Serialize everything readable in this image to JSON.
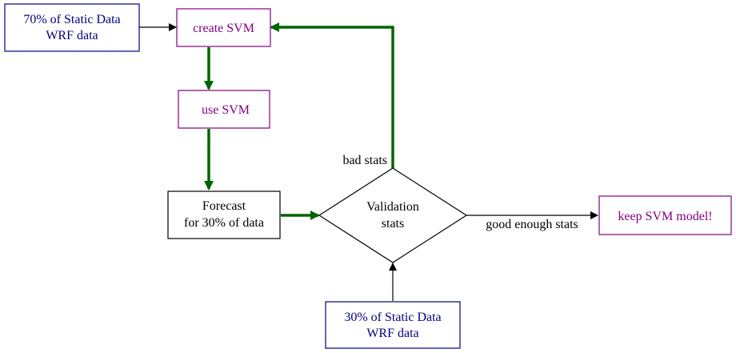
{
  "nodes": {
    "train_data": {
      "lines": [
        "70% of Static Data",
        "WRF data"
      ]
    },
    "create_svm": {
      "label": "create SVM"
    },
    "use_svm": {
      "label": "use SVM"
    },
    "forecast": {
      "lines": [
        "Forecast",
        "for 30% of data"
      ]
    },
    "validation": {
      "lines": [
        "Validation",
        "stats"
      ]
    },
    "test_data": {
      "lines": [
        "30% of Static Data",
        "WRF data"
      ]
    },
    "keep_model": {
      "label": "keep SVM model!"
    }
  },
  "edges": {
    "bad_stats": "bad stats",
    "good_stats": "good enough stats"
  },
  "colors": {
    "data_node": "#00007f",
    "svm_node": "#800080",
    "green_arrow": "#006400",
    "black": "#000000"
  }
}
